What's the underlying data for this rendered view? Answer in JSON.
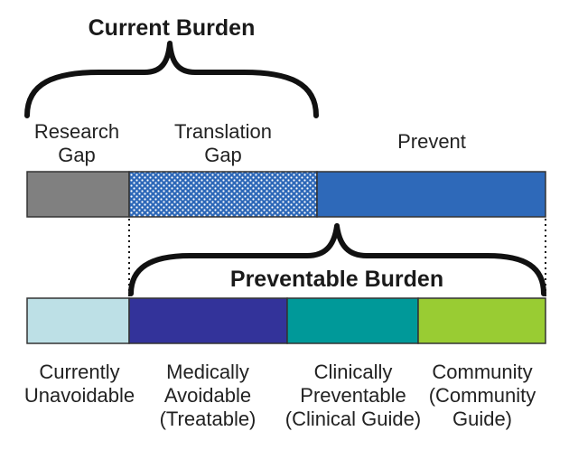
{
  "current_burden": {
    "title": "Current Burden",
    "segments": [
      {
        "label": "Research\nGap",
        "color": "#808080",
        "pattern": "solid"
      },
      {
        "label": "Translation\nGap",
        "color": "#2d68b8",
        "pattern": "dotted"
      },
      {
        "label": "Prevent",
        "color": "#2e69b9",
        "pattern": "solid"
      }
    ]
  },
  "preventable_burden": {
    "title": "Preventable Burden",
    "segments": [
      {
        "label": "Currently\nUnavoidable",
        "color": "#bde0e6"
      },
      {
        "label": "Medically\nAvoidable\n(Treatable)",
        "color": "#33339a"
      },
      {
        "label": "Clinically\nPreventable\n(Clinical Guide)",
        "color": "#009999"
      },
      {
        "label": "Community\n(Community\nGuide)",
        "color": "#99cc33"
      }
    ]
  }
}
